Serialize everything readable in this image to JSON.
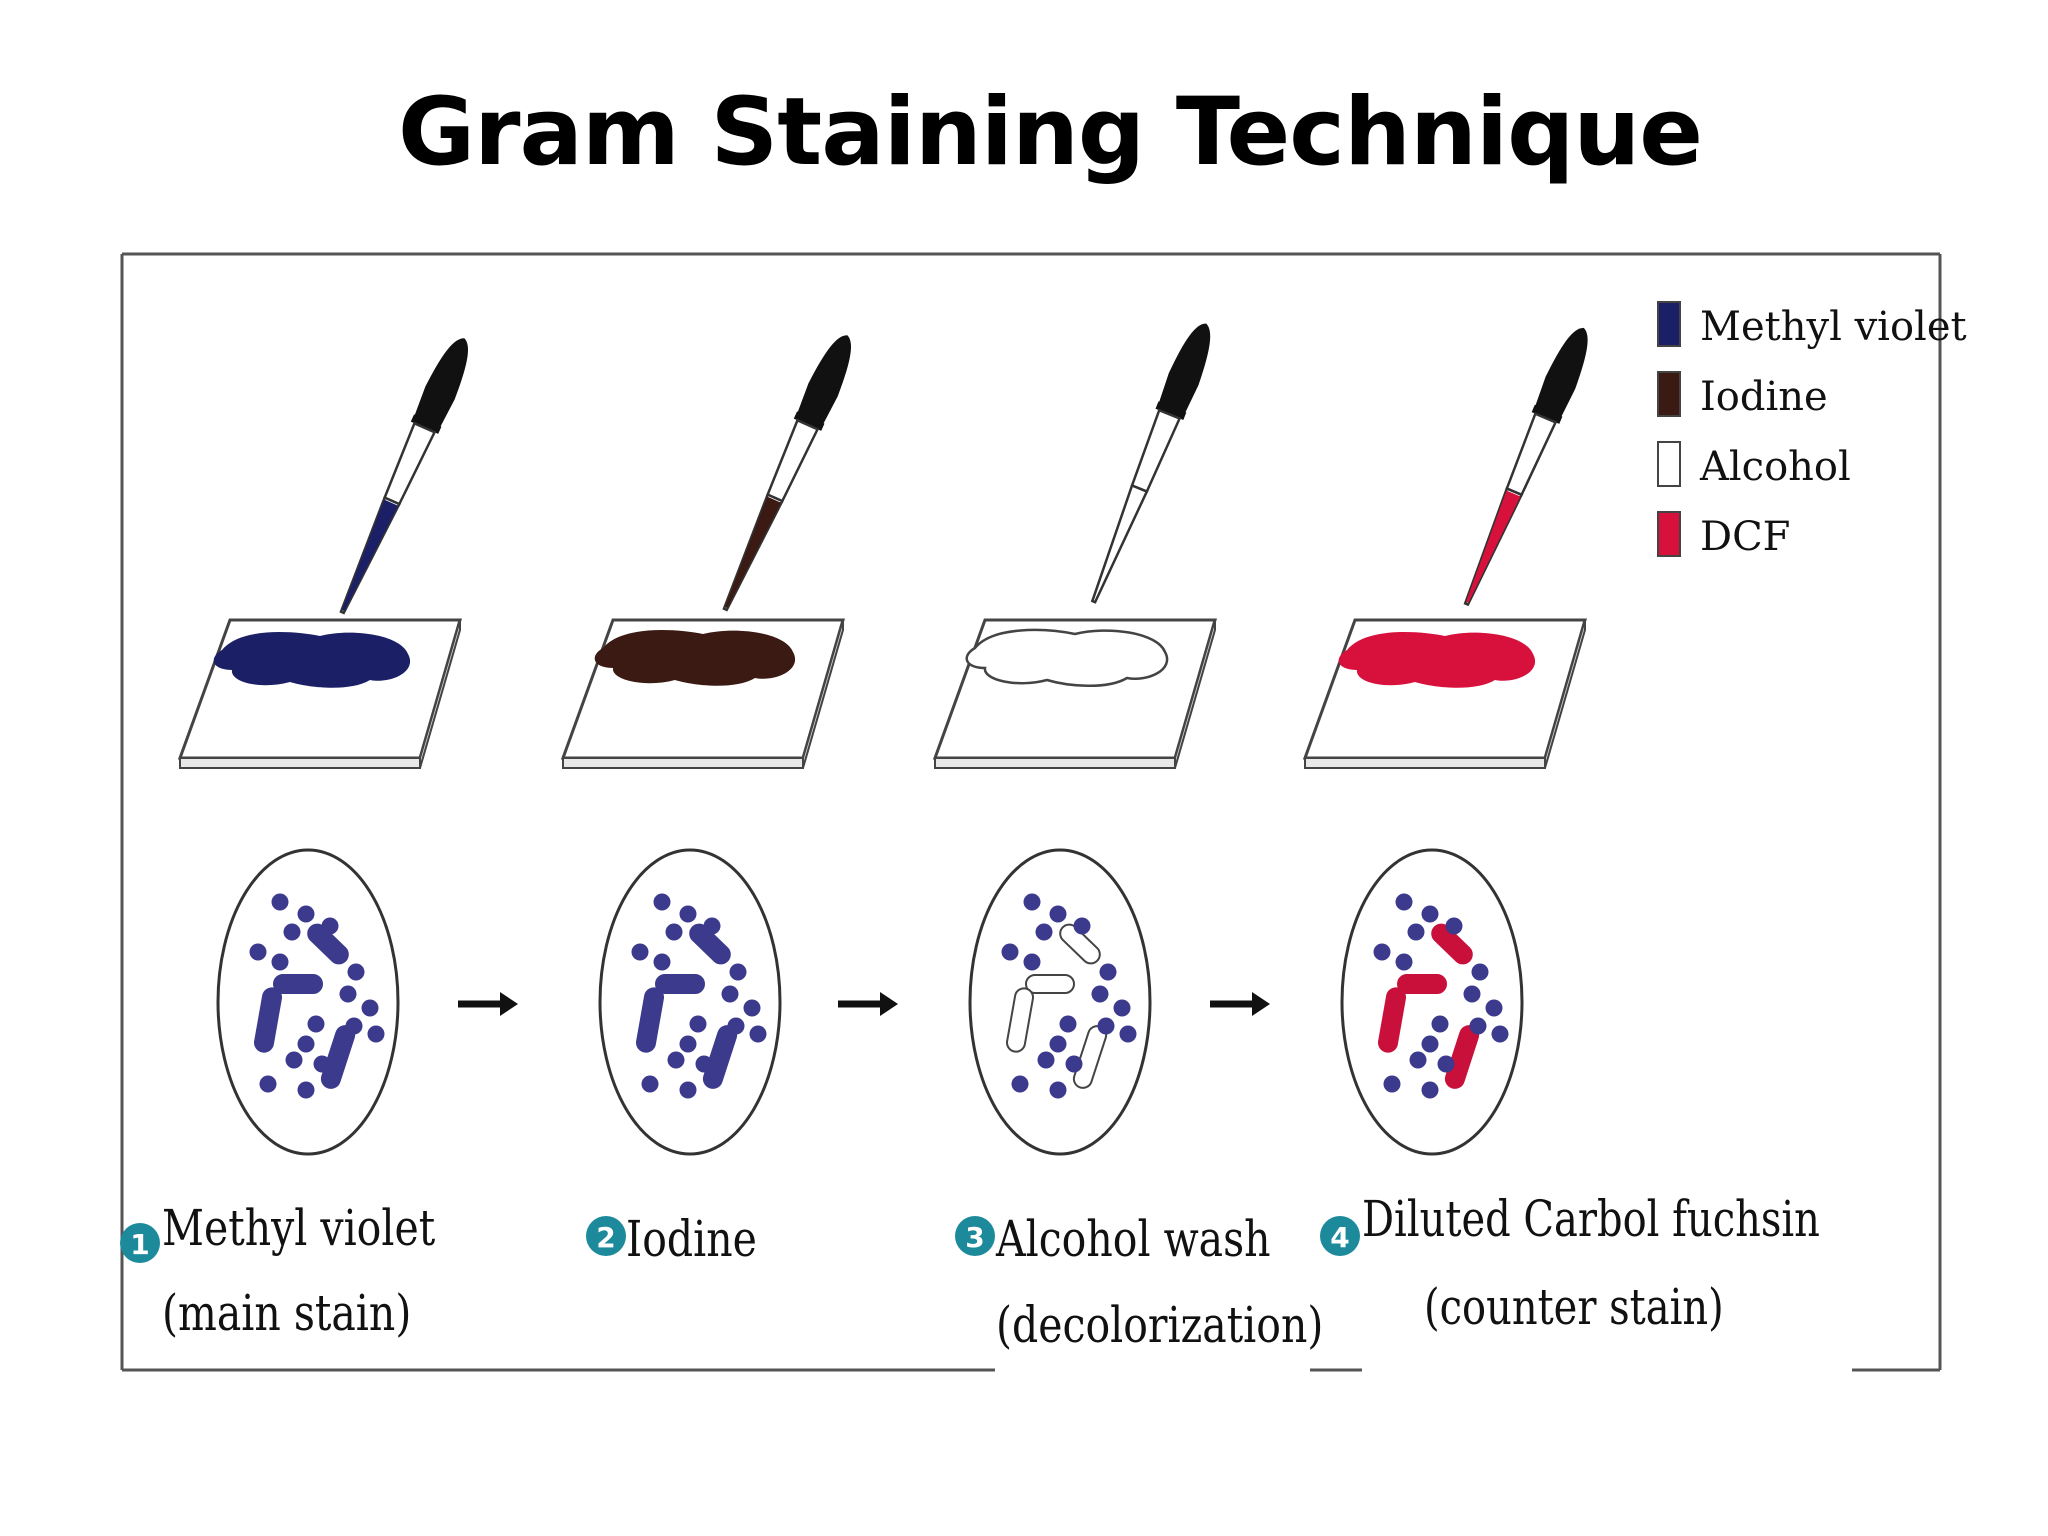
{
  "title": "Gram Staining Technique",
  "legend": [
    {
      "label": "Methyl violet",
      "color": "#1b1f66"
    },
    {
      "label": "Iodine",
      "color": "#3a1a12"
    },
    {
      "label": "Alcohol",
      "color": "#ffffff"
    },
    {
      "label": "DCF",
      "color": "#d8103c"
    }
  ],
  "steps": [
    {
      "number": "1",
      "name": "Methyl violet",
      "note": "(main stain)",
      "stain": "#1b1f66",
      "rods": "#3b3a8c"
    },
    {
      "number": "2",
      "name": "Iodine",
      "note": "",
      "stain": "#3a1a12",
      "rods": "#3b3a8c"
    },
    {
      "number": "3",
      "name": "Alcohol wash",
      "note": "(decolorization)",
      "stain": "#ffffff",
      "rods": "#ffffff"
    },
    {
      "number": "4",
      "name": "Diluted Carbol fuchsin",
      "note": "(counter stain)",
      "stain": "#d8103c",
      "rods": "#c8103a"
    }
  ],
  "colors": {
    "cocci": "#3b3a8c",
    "badge": "#1d8a9c",
    "frame": "#555555"
  }
}
